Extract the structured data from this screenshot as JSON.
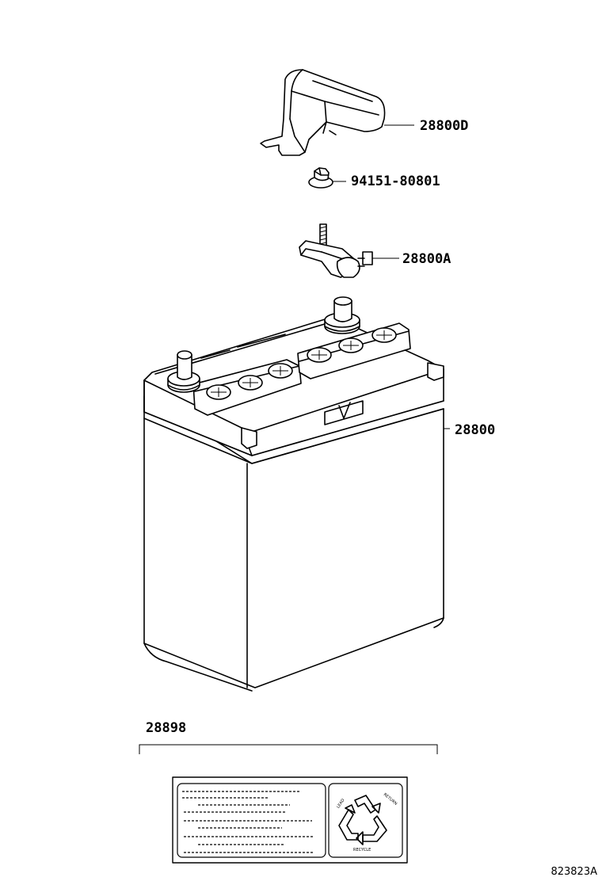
{
  "parts": [
    {
      "id": "cover",
      "label": "28800D"
    },
    {
      "id": "nut",
      "label": "94151-80801"
    },
    {
      "id": "clamp",
      "label": "28800A"
    },
    {
      "id": "battery",
      "label": "28800"
    },
    {
      "id": "caution-label",
      "label": "28898"
    }
  ],
  "recycle_panel": {
    "lead": "LEAD",
    "return": "RETURN",
    "recycle": "RECYCLE"
  },
  "figure_code": "823823A"
}
